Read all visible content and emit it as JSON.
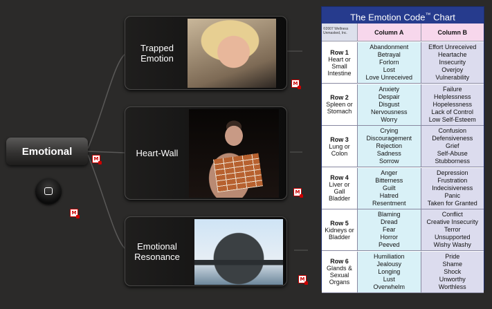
{
  "mindmap": {
    "root_label": "Emotional",
    "topics": [
      {
        "label": "Trapped Emotion",
        "photo_icon": "crying-woman-photo"
      },
      {
        "label": "Heart-Wall",
        "photo_icon": "man-with-brick-wall-photo"
      },
      {
        "label": "Emotional Resonance",
        "photo_icon": "bell-photo"
      }
    ],
    "attachment_icon": "mindmanager-link-icon",
    "attachment_glyph": "M"
  },
  "chart": {
    "title": "The Emotion Code",
    "trademark": "™",
    "title_suffix": "Chart",
    "copyright": "©2007 Wellness Unmasked, Inc.",
    "columns": [
      "Column A",
      "Column B"
    ],
    "rows": [
      {
        "row": "Row 1",
        "organs": [
          "Heart or",
          "Small",
          "Intestine"
        ],
        "a": [
          "Abandonment",
          "Betrayal",
          "Forlorn",
          "Lost",
          "Love Unreceived"
        ],
        "b": [
          "Effort Unreceived",
          "Heartache",
          "Insecurity",
          "Overjoy",
          "Vulnerability"
        ]
      },
      {
        "row": "Row 2",
        "organs": [
          "Spleen or",
          "Stomach"
        ],
        "a": [
          "Anxiety",
          "Despair",
          "Disgust",
          "Nervousness",
          "Worry"
        ],
        "b": [
          "Failure",
          "Helplessness",
          "Hopelessness",
          "Lack of Control",
          "Low Self-Esteem"
        ]
      },
      {
        "row": "Row 3",
        "organs": [
          "Lung or",
          "Colon"
        ],
        "a": [
          "Crying",
          "Discouragement",
          "Rejection",
          "Sadness",
          "Sorrow"
        ],
        "b": [
          "Confusion",
          "Defensiveness",
          "Grief",
          "Self-Abuse",
          "Stubborness"
        ]
      },
      {
        "row": "Row 4",
        "organs": [
          "Liver or",
          "Gall",
          "Bladder"
        ],
        "a": [
          "Anger",
          "Bitterness",
          "Guilt",
          "Hatred",
          "Resentment"
        ],
        "b": [
          "Depression",
          "Frustration",
          "Indecisiveness",
          "Panic",
          "Taken for Granted"
        ]
      },
      {
        "row": "Row 5",
        "organs": [
          "Kidneys or",
          "Bladder"
        ],
        "a": [
          "Blaming",
          "Dread",
          "Fear",
          "Horror",
          "Peeved"
        ],
        "b": [
          "Conflict",
          "Creative Insecurity",
          "Terror",
          "Unsupported",
          "Wishy Washy"
        ]
      },
      {
        "row": "Row 6",
        "organs": [
          "Glands &",
          "Sexual",
          "Organs"
        ],
        "a": [
          "Humiliation",
          "Jealousy",
          "Longing",
          "Lust",
          "Overwhelm"
        ],
        "b": [
          "Pride",
          "Shame",
          "Shock",
          "Unworthy",
          "Worthless"
        ]
      }
    ]
  }
}
